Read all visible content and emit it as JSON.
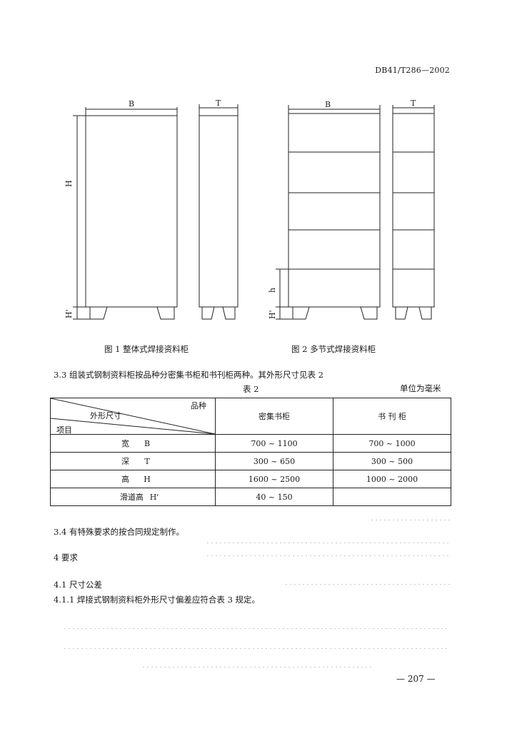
{
  "header": {
    "standard_code": "DB41/T286—2002"
  },
  "figure1": {
    "labels": {
      "width": "B",
      "depth": "T",
      "height": "H",
      "base": "H'"
    },
    "caption": "图 1   整体式焊接资料柜"
  },
  "figure2": {
    "labels": {
      "width": "B",
      "depth": "T",
      "section": "h",
      "base": "H'"
    },
    "caption": "图 2   多节式焊接资料柜"
  },
  "section_3_3": "3.3   组装式钢制资料柜按品种分密集书柜和书刊柜两种。其外形尺寸见表 2",
  "table2": {
    "title": "表 2",
    "unit": "单位为毫米",
    "corner": {
      "top": "品种",
      "middle": "外形尺寸",
      "bottom": "项目"
    },
    "columns": [
      "密集书柜",
      "书   刊   柜"
    ],
    "rows": [
      {
        "name": "宽",
        "symbol": "B",
        "values": [
          "700 ~ 1100",
          "700 ~ 1000"
        ]
      },
      {
        "name": "深",
        "symbol": "T",
        "values": [
          "300 ~ 650",
          "300 ~ 500"
        ]
      },
      {
        "name": "高",
        "symbol": "H",
        "values": [
          "1600 ~ 2500",
          "1000 ~ 2000"
        ]
      },
      {
        "name": "滑道高",
        "symbol": "H'",
        "values": [
          "40 ~ 150",
          ""
        ]
      }
    ]
  },
  "section_3_4": "3.4   有特殊要求的按合同规定制作。",
  "section_4": "4   要求",
  "section_4_1": "4.1   尺寸公差",
  "section_4_1_1": "4.1.1   焊接式钢制资料柜外形尺寸偏差应符合表 3 规定。",
  "page_number": "— 207 —"
}
